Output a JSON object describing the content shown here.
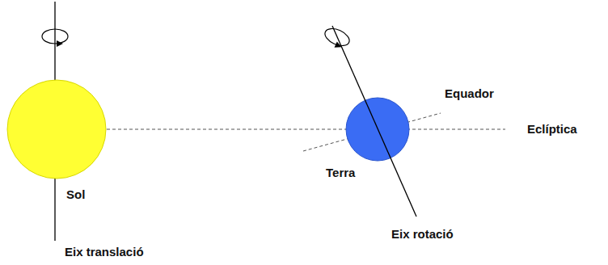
{
  "diagram": {
    "nodes": [
      {
        "text": [
          "Sol"
        ]
      },
      {
        "text": [
          "Terra"
        ]
      }
    ],
    "labels": [
      "Equador",
      "Eclíptica",
      "Eix translació",
      "Eix rotació"
    ]
  }
}
